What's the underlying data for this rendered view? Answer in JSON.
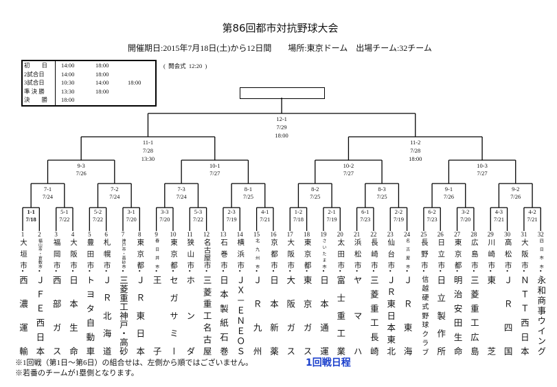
{
  "title": "第86回都市対抗野球大会",
  "subtitle": "開催期日:2015年7月18日(土)から12日間　　場所:東京ドーム　出場チーム:32チーム",
  "opening": "(  開会式  12:20  )",
  "schedule": [
    {
      "label": "初　　日",
      "times": [
        "14:00",
        "18:00",
        ""
      ]
    },
    {
      "label": "2試合日",
      "times": [
        "14:00",
        "18:00",
        ""
      ]
    },
    {
      "label": "3試合日",
      "times": [
        "10:30",
        "14:00",
        "18:00"
      ]
    },
    {
      "label": "準 決 勝",
      "times": [
        "13:30",
        "18:00",
        ""
      ]
    },
    {
      "label": "決　　勝",
      "times": [
        "18:00",
        "",
        ""
      ]
    }
  ],
  "final": {
    "id": "12-1",
    "date": "7/29",
    "time": "18:00"
  },
  "semis": [
    {
      "id": "11-1",
      "date": "7/28",
      "time": "13:30"
    },
    {
      "id": "11-2",
      "date": "7/28",
      "time": "18:00"
    }
  ],
  "round3": [
    {
      "id": "9-3",
      "date": "7/26"
    },
    {
      "id": "10-1",
      "date": "7/27"
    },
    {
      "id": "10-2",
      "date": "7/27"
    },
    {
      "id": "10-3",
      "date": "7/27"
    }
  ],
  "round2": [
    {
      "id": "7-1",
      "date": "7/24"
    },
    {
      "id": "7-2",
      "date": "7/24"
    },
    {
      "id": "7-3",
      "date": "7/24"
    },
    {
      "id": "8-1",
      "date": "7/25"
    },
    {
      "id": "8-2",
      "date": "7/25"
    },
    {
      "id": "8-3",
      "date": "7/25"
    },
    {
      "id": "9-1",
      "date": "7/26"
    },
    {
      "id": "9-2",
      "date": "7/26"
    }
  ],
  "round1": [
    {
      "id": "1-1",
      "date": "7/18",
      "bold": true
    },
    {
      "id": "5-1",
      "date": "7/22"
    },
    {
      "id": "5-2",
      "date": "7/22"
    },
    {
      "id": "3-1",
      "date": "7/20"
    },
    {
      "id": "3-3",
      "date": "7/20"
    },
    {
      "id": "5-3",
      "date": "7/22"
    },
    {
      "id": "2-3",
      "date": "7/19"
    },
    {
      "id": "4-1",
      "date": "7/21"
    },
    {
      "id": "1-2",
      "date": "7/18"
    },
    {
      "id": "2-1",
      "date": "7/19"
    },
    {
      "id": "6-1",
      "date": "7/23"
    },
    {
      "id": "2-2",
      "date": "7/19"
    },
    {
      "id": "6-2",
      "date": "7/23"
    },
    {
      "id": "3-2",
      "date": "7/20"
    },
    {
      "id": "4-3",
      "date": "7/21"
    },
    {
      "id": "4-2",
      "date": "7/21"
    }
  ],
  "teams": [
    {
      "no": "1",
      "city": "大垣市",
      "name": "西濃運輸"
    },
    {
      "no": "2",
      "city": "福山市・倉敷市",
      "name": "ＪＦＥ西日本",
      "small": true
    },
    {
      "no": "3",
      "city": "福岡市",
      "name": "西部ガス"
    },
    {
      "no": "4",
      "city": "大阪市",
      "name": "日本生命"
    },
    {
      "no": "5",
      "city": "豊田市",
      "name": "トヨタ自動車"
    },
    {
      "no": "6",
      "city": "札幌市",
      "name": "ＪＲ北海道"
    },
    {
      "no": "7",
      "city": "神戸市・高砂市",
      "name": "三菱重工神戸・高砂",
      "small": true
    },
    {
      "no": "8",
      "city": "東京都",
      "name": "ＪＲ東日本"
    },
    {
      "no": "9",
      "city": "春日井市",
      "name": "王子",
      "small": true
    },
    {
      "no": "10",
      "city": "東京都",
      "name": "セガサミー"
    },
    {
      "no": "11",
      "city": "狭山市",
      "name": "ホンダ"
    },
    {
      "no": "12",
      "city": "名古屋市",
      "name": "三菱重工名古屋"
    },
    {
      "no": "13",
      "city": "石巻市",
      "name": "日本製紙石巻"
    },
    {
      "no": "14",
      "city": "横浜市",
      "name": "ＪＸ－ＥＮＥＯＳ"
    },
    {
      "no": "15",
      "city": "北九州市",
      "name": "ＪＲ九州",
      "small": true
    },
    {
      "no": "16",
      "city": "京都市",
      "name": "日本新薬"
    },
    {
      "no": "17",
      "city": "大阪市",
      "name": "大阪ガス"
    },
    {
      "no": "18",
      "city": "東京都",
      "name": "東京ガス"
    },
    {
      "no": "19",
      "city": "さいたま市",
      "name": "日本通運",
      "small": true
    },
    {
      "no": "20",
      "city": "太田市",
      "name": "富士重工業"
    },
    {
      "no": "21",
      "city": "浜松市",
      "name": "ヤマハ"
    },
    {
      "no": "22",
      "city": "長崎市",
      "name": "三菱重工長崎"
    },
    {
      "no": "23",
      "city": "仙台市",
      "name": "ＪＲ東日本東北"
    },
    {
      "no": "24",
      "city": "名古屋市",
      "name": "ＪＲ東海",
      "small": true
    },
    {
      "no": "25",
      "city": "長野市",
      "name": "信越硬式野球クラブ",
      "long": true
    },
    {
      "no": "26",
      "city": "日立市",
      "name": "日立製作所"
    },
    {
      "no": "27",
      "city": "東京都",
      "name": "明治安田生命"
    },
    {
      "no": "28",
      "city": "広島市",
      "name": "三菱重工広島"
    },
    {
      "no": "29",
      "city": "川崎市",
      "name": "東芝"
    },
    {
      "no": "30",
      "city": "高松市",
      "name": "ＪＲ四国"
    },
    {
      "no": "31",
      "city": "大阪市",
      "name": "ＮＴＴ西日本"
    },
    {
      "no": "32",
      "city": "四日市市",
      "name": "永和商事ウイング",
      "small": true
    }
  ],
  "notes": [
    "※1回戦（第1日～第6日）の組合せは、左側から順ではございません。",
    "※若番のチームが1塁側となります。"
  ],
  "round1_schedule_label": "1回戦日程",
  "colors": {
    "link": "#1a3fcc"
  }
}
